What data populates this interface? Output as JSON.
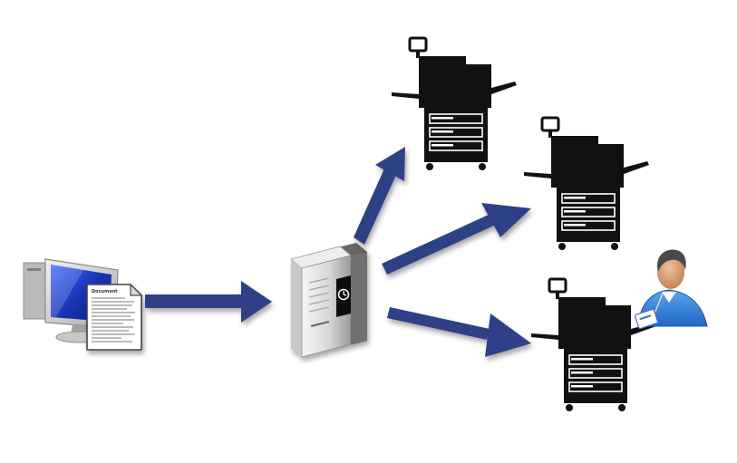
{
  "diagram": {
    "description_free": true,
    "nodes": [
      {
        "id": "workstation",
        "icon": "computer-monitor-icon"
      },
      {
        "id": "document",
        "icon": "document-icon",
        "label": "Document"
      },
      {
        "id": "print-server",
        "icon": "server-tower-icon"
      },
      {
        "id": "printer-1",
        "icon": "multifunction-printer-icon"
      },
      {
        "id": "printer-2",
        "icon": "multifunction-printer-icon"
      },
      {
        "id": "printer-3",
        "icon": "multifunction-printer-icon"
      },
      {
        "id": "user",
        "icon": "user-with-badge-icon"
      }
    ],
    "edges": [
      {
        "from": "workstation",
        "to": "print-server",
        "icon": "arrow-icon"
      },
      {
        "from": "print-server",
        "to": "printer-1",
        "icon": "arrow-icon"
      },
      {
        "from": "print-server",
        "to": "printer-2",
        "icon": "arrow-icon"
      },
      {
        "from": "print-server",
        "to": "printer-3",
        "icon": "arrow-icon"
      }
    ],
    "colors": {
      "arrow": "#2f3f86",
      "arrow_highlight": "#4d5ea6",
      "monitor_screen": "#1d3fb8",
      "printer_body": "#111111",
      "server_body": "#d9d9d9",
      "user_shirt": "#2e7fd6",
      "user_skin": "#d49a6a"
    }
  }
}
